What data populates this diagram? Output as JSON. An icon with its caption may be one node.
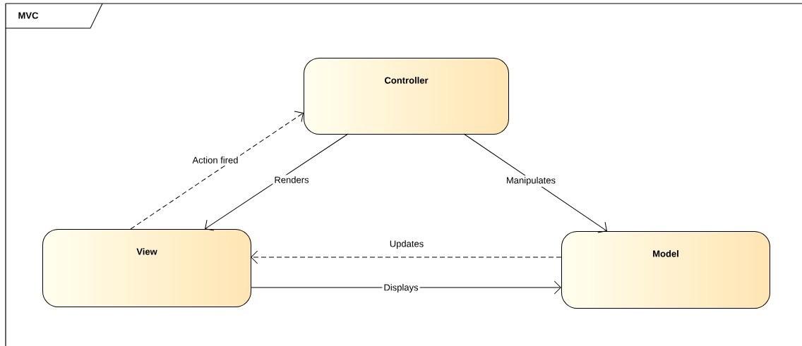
{
  "diagram": {
    "title": "MVC",
    "nodes": [
      {
        "text": [
          "Controller"
        ]
      },
      {
        "text": [
          "View"
        ]
      },
      {
        "text": [
          "Model"
        ]
      }
    ],
    "edges": [
      {
        "from": 1,
        "to": 0,
        "arrow": "to",
        "style": "dashed",
        "label": "Action fired"
      },
      {
        "from": 0,
        "to": 1,
        "arrow": "to",
        "label": "Renders"
      },
      {
        "from": 0,
        "to": 2,
        "arrow": "to",
        "label": "Manipulates"
      },
      {
        "from": 2,
        "to": 1,
        "arrow": "to",
        "style": "dashed",
        "label": "Updates"
      },
      {
        "from": 1,
        "to": 2,
        "arrow": "to",
        "label": "Displays"
      }
    ]
  }
}
